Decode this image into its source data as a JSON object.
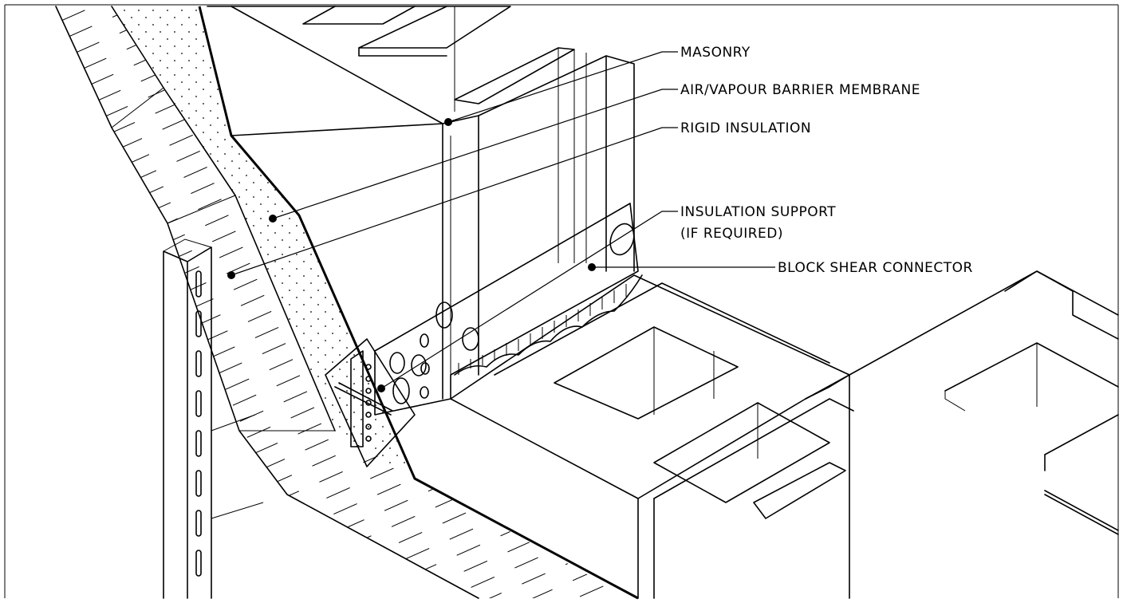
{
  "labels": {
    "masonry": "MASONRY",
    "air_vapour_barrier": "AIR/VAPOUR BARRIER MEMBRANE",
    "rigid_insulation": "RIGID INSULATION",
    "insulation_support_line1": "INSULATION SUPPORT",
    "insulation_support_line2": "(IF REQUIRED)",
    "block_shear_connector": "BLOCK SHEAR CONNECTOR"
  }
}
